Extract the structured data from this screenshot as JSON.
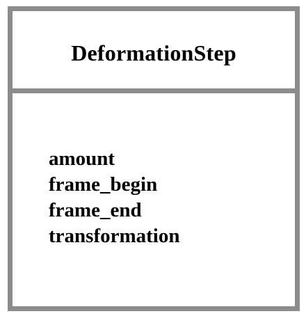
{
  "class": {
    "name": "DeformationStep",
    "attributes": [
      "amount",
      "frame_begin",
      "frame_end",
      "transformation"
    ]
  },
  "colors": {
    "border": "#8c8c8c",
    "background": "#ffffff",
    "text": "#000000"
  }
}
